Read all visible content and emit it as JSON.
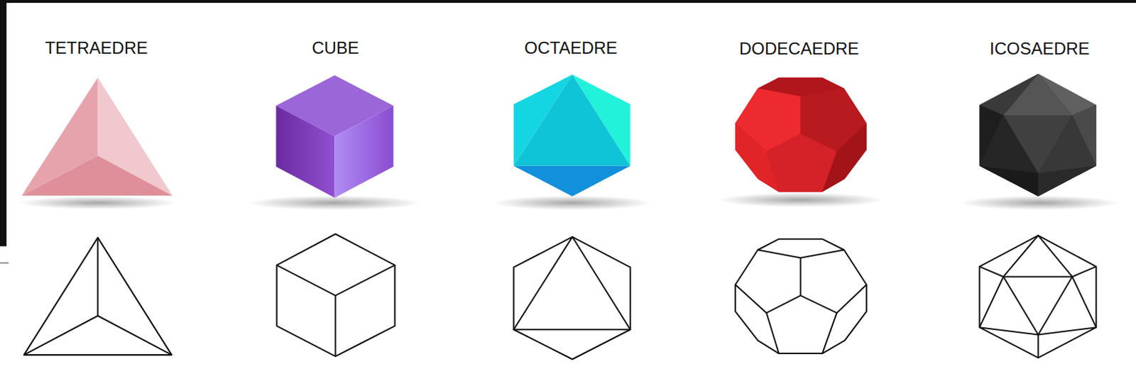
{
  "diagram": {
    "labels": [
      "TETRAEDRE",
      "CUBE",
      "OCTAEDRE",
      "DODECAEDRE",
      "ICOSAEDRE"
    ]
  }
}
